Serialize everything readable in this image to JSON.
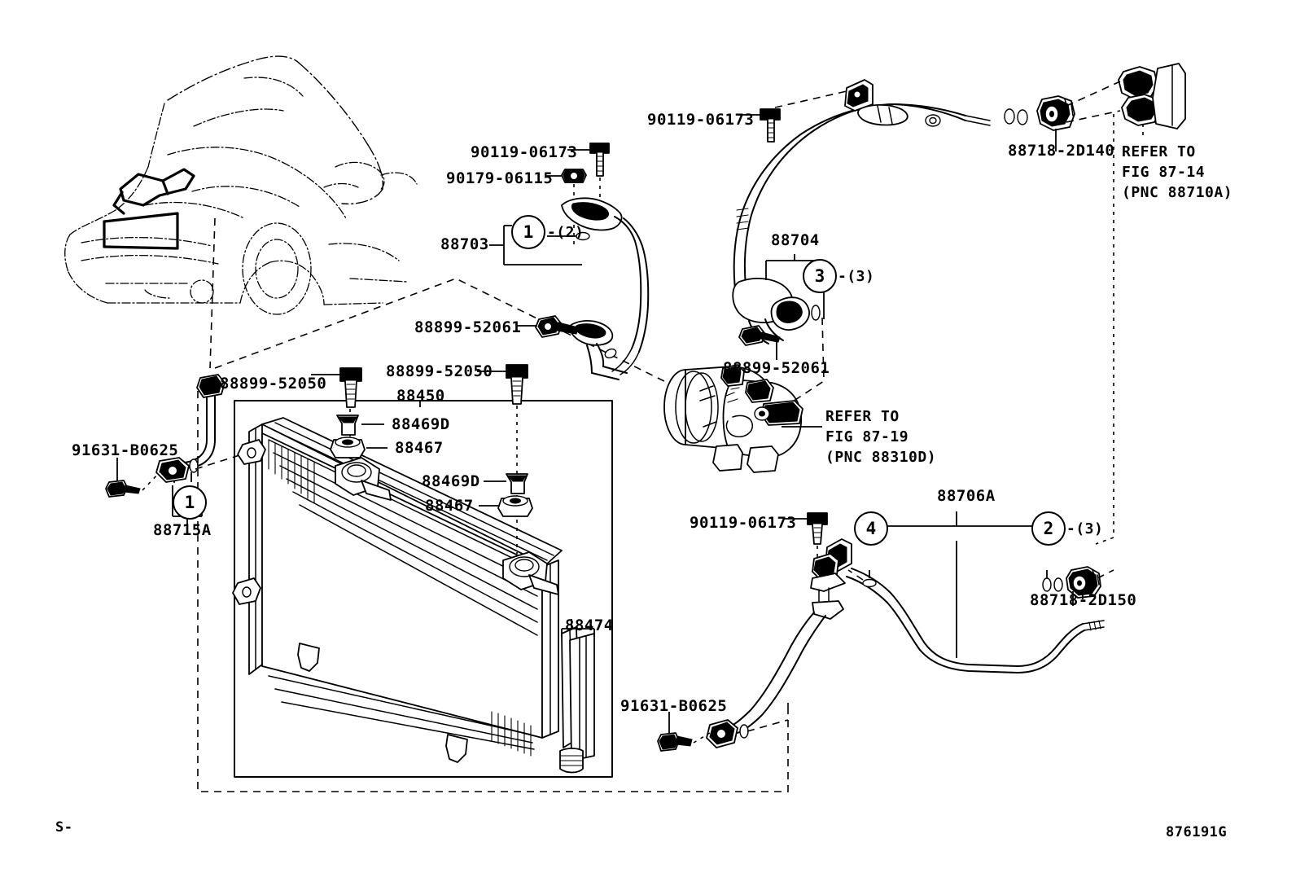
{
  "diagram": {
    "title": "Toyota A/C condenser and refrigerant piping parts diagram",
    "footer_left": "S-",
    "footer_right": "876191G"
  },
  "callouts": {
    "bolt_top_right": "90119-06173",
    "bolt_mid": "90119-06173",
    "nut_mid": "90179-06115",
    "tube_discharge": "88703",
    "oring_88703_qty": "-(2)",
    "connector_top": "88718-2D140",
    "refer_8714_l1": "REFER TO",
    "refer_8714_l2": "FIG 87-14",
    "refer_8714_l3": "(PNC 88710A)",
    "tube_suction": "88704",
    "oring_88704_qty": "-(3)",
    "clamp_bolt_compressor": "88899-52061",
    "refer_8719_l1": "REFER TO",
    "refer_8719_l2": "FIG 87-19",
    "refer_8719_l3": "(PNC 88310D)",
    "clamp_bolt_left": "88899-52061",
    "condenser_bolt_left": "88899-52050",
    "condenser_bolt_right": "88899-52050",
    "condenser": "88450",
    "collar_upper": "88469D",
    "cushion_upper": "88467",
    "collar_lower": "88469D",
    "cushion_lower": "88467",
    "receiver_drier": "88474",
    "clip_left": "91631-B0625",
    "clip_bottom": "91631-B0625",
    "bracket_left": "88715A",
    "tube_liquid": "88706A",
    "bolt_bottom": "90119-06173",
    "connector_bottom": "88718-2D150",
    "oring_88706_qty": "-(3)"
  },
  "circles": {
    "c1_left": "1",
    "c1_tube": "1",
    "c3": "3",
    "c4": "4",
    "c2": "2"
  }
}
